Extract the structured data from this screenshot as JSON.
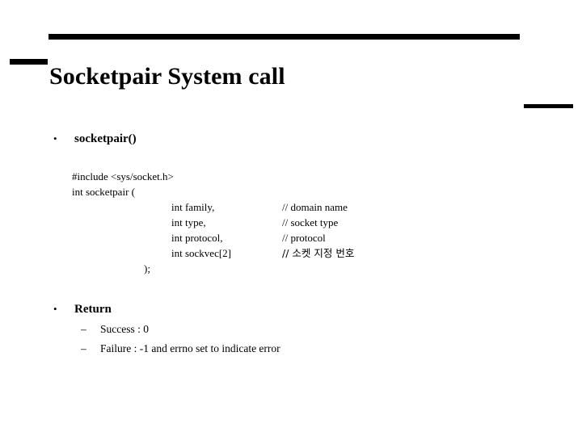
{
  "slide": {
    "title": "Socketpair System call",
    "decor": {
      "top_rule": "top-horizontal-rule",
      "left_accent": "left-accent-rule",
      "right_accent": "right-accent-rule",
      "color": "#000000"
    },
    "bullets": {
      "marker_level1": "•",
      "marker_level2": "–"
    },
    "items": [
      {
        "label": "socketpair()"
      },
      {
        "label": "Return"
      }
    ],
    "code": {
      "line_include": "#include <sys/socket.h>",
      "line_signature": "int socketpair (",
      "line_close": ");",
      "params": [
        {
          "decl": "int  family,",
          "comment": "// domain name"
        },
        {
          "decl": "int  type,",
          "comment": "// socket type"
        },
        {
          "decl": "int  protocol,",
          "comment": "// protocol"
        },
        {
          "decl": "int  sockvec[2]",
          "comment": "// 소켓 지정 번호"
        }
      ]
    },
    "returns": [
      {
        "text": "Success : 0"
      },
      {
        "text": "Failure : -1 and errno set to indicate error"
      }
    ]
  }
}
